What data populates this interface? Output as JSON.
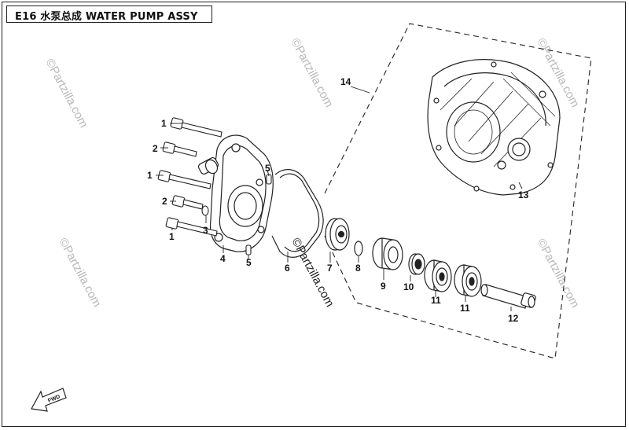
{
  "title": "E16 水泵总成 WATER PUMP ASSY",
  "watermark": "©Partzilla.com",
  "direction_tag": "FWD",
  "callouts": {
    "c1a": "1",
    "c1b": "1",
    "c1c": "1",
    "c2a": "2",
    "c2b": "2",
    "c3": "3",
    "c4": "4",
    "c5a": "5",
    "c5b": "5",
    "c6": "6",
    "c7": "7",
    "c8": "8",
    "c9": "9",
    "c10": "10",
    "c11a": "11",
    "c11b": "11",
    "c12": "12",
    "c13": "13",
    "c14": "14"
  },
  "colors": {
    "line": "#222222",
    "watermark": "#b8b8b8",
    "background": "#ffffff"
  }
}
